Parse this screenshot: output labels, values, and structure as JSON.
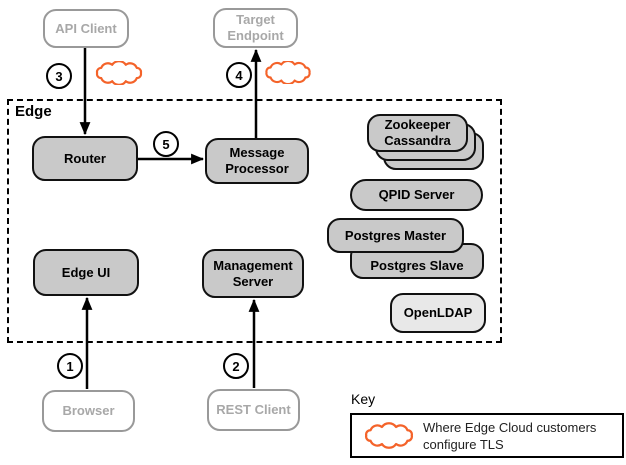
{
  "diagram": {
    "edge_label": "Edge",
    "nodes": {
      "api_client": "API Client",
      "target_endpoint": "Target\nEndpoint",
      "router": "Router",
      "message_processor": "Message\nProcessor",
      "edge_ui": "Edge UI",
      "management_server": "Management\nServer",
      "zookeeper_cassandra": "Zookeeper\nCassandra",
      "qpid_server": "QPID Server",
      "postgres_master": "Postgres Master",
      "postgres_slave": "Postgres Slave",
      "openldap": "OpenLDAP",
      "browser": "Browser",
      "rest_client": "REST Client"
    },
    "step_badges": {
      "b1": "1",
      "b2": "2",
      "b3": "3",
      "b4": "4",
      "b5": "5"
    },
    "arrows": [
      {
        "from": "browser",
        "to": "edge_ui",
        "step": "1"
      },
      {
        "from": "rest_client",
        "to": "management_server",
        "step": "2"
      },
      {
        "from": "api_client",
        "to": "router",
        "step": "3"
      },
      {
        "from": "message_processor",
        "to": "target_endpoint",
        "step": "4"
      },
      {
        "from": "router",
        "to": "message_processor",
        "step": "5"
      }
    ]
  },
  "key": {
    "title": "Key",
    "entry_text": "Where Edge Cloud customers configure TLS",
    "icon": "tls-cloud-icon"
  },
  "colors": {
    "node_fill": "#c9c9c9",
    "openldap_fill": "#e8e8e8",
    "node_border": "#111111",
    "client_border": "#999999",
    "client_text": "#a8a8a8",
    "cloud_stroke": "#f4632a",
    "arrow": "#000000"
  }
}
